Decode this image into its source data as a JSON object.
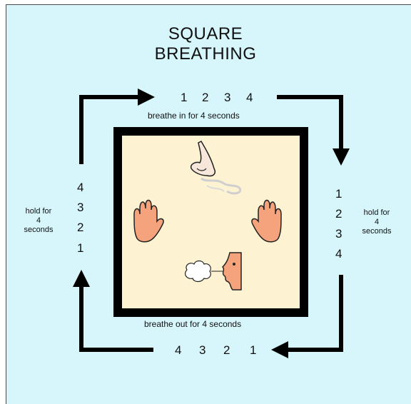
{
  "title": {
    "line1": "SQUARE",
    "line2": "BREATHING"
  },
  "top": {
    "counts": [
      "1",
      "2",
      "3",
      "4"
    ],
    "caption": "breathe in for 4 seconds"
  },
  "right": {
    "counts": [
      "1",
      "2",
      "3",
      "4"
    ],
    "caption_lines": [
      "hold for",
      "4",
      "seconds"
    ]
  },
  "bottom": {
    "counts": [
      "4",
      "3",
      "2",
      "1"
    ],
    "caption": "breathe out for 4 seconds"
  },
  "left": {
    "counts": [
      "4",
      "3",
      "2",
      "1"
    ],
    "caption_lines": [
      "hold for",
      "4",
      "seconds"
    ]
  },
  "icons": [
    "nose-inhale-icon",
    "left-hand-icon",
    "right-hand-icon",
    "mouth-exhale-icon"
  ],
  "colors": {
    "background": "#d6f6fb",
    "square_fill": "#fdf3d2",
    "square_border": "#000000",
    "skin": "#f4a37c",
    "arrows": "#000000"
  }
}
